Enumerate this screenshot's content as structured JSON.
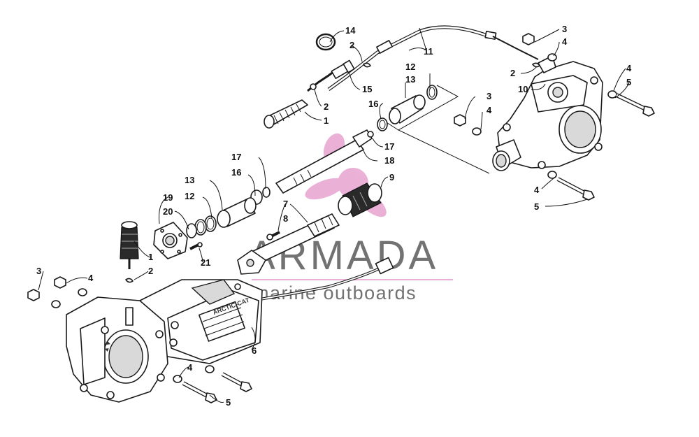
{
  "watermark": {
    "brand": "ARMADA",
    "tagline": "marine outboards",
    "logo_color": "#e7a3cf",
    "text_color": "#5a5a5a",
    "accent_line_color": "#e7a3cf"
  },
  "housing_engraving": "ARCTIC-CAT",
  "callouts": {
    "c14": "14",
    "c2a": "2",
    "c11": "11",
    "c15": "15",
    "c2b": "2",
    "c1a": "1",
    "c3a": "3",
    "c4a": "4",
    "c2c": "2",
    "c10": "10",
    "c4b": "4",
    "c5a": "5",
    "c12a": "12",
    "c13a": "13",
    "c16a": "16",
    "c3b": "3",
    "c4c": "4",
    "c17a": "17",
    "c18": "18",
    "c17b": "17",
    "c16b": "16",
    "c9": "9",
    "c13b": "13",
    "c12b": "12",
    "c19": "19",
    "c20": "20",
    "c7": "7",
    "c8": "8",
    "c21": "21",
    "c1b": "1",
    "c2d": "2",
    "c3c": "3",
    "c4d": "4",
    "c6": "6",
    "c4e": "4",
    "c5b": "5",
    "c4f": "4",
    "c5c": "5"
  }
}
